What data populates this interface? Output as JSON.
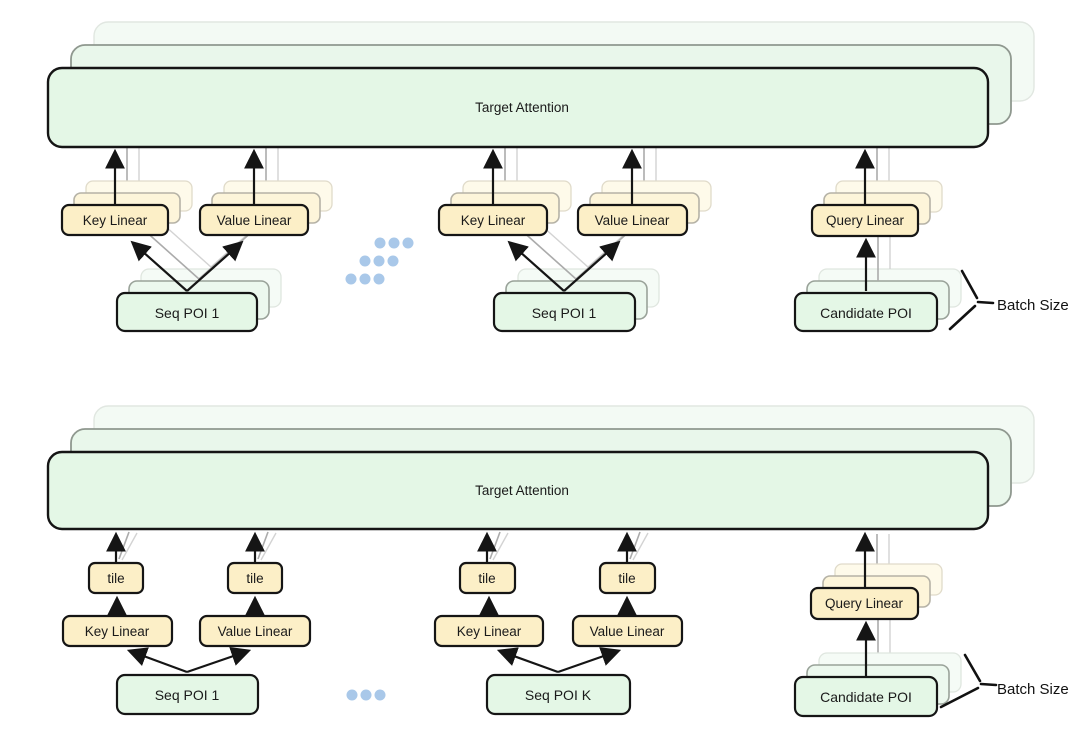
{
  "colors": {
    "green_box": "#e4f7e6",
    "yellow_box": "#fcefc7",
    "outline": "#151515",
    "dots_blue": "#a9c8e9",
    "ghost_gray": "#ababab"
  },
  "top": {
    "target_attention": "Target Attention",
    "key_linear_1": "Key Linear",
    "value_linear_1": "Value Linear",
    "seq_poi_1": "Seq POI 1",
    "key_linear_2": "Key Linear",
    "value_linear_2": "Value Linear",
    "seq_poi_2": "Seq POI 1",
    "query_linear": "Query Linear",
    "candidate_poi": "Candidate POI",
    "batch_size": "Batch Size"
  },
  "bottom": {
    "target_attention": "Target Attention",
    "target_attention_ghost": "Target Attention",
    "tile_1": "tile",
    "tile_2": "tile",
    "tile_3": "tile",
    "tile_4": "tile",
    "key_linear_1": "Key Linear",
    "value_linear_1": "Value Linear",
    "seq_poi_1": "Seq POI 1",
    "key_linear_2": "Key Linear",
    "value_linear_2": "Value Linear",
    "seq_poi_k": "Seq POI K",
    "query_linear": "Query Linear",
    "candidate_poi": "Candidate POI",
    "batch_size": "Batch Size"
  }
}
